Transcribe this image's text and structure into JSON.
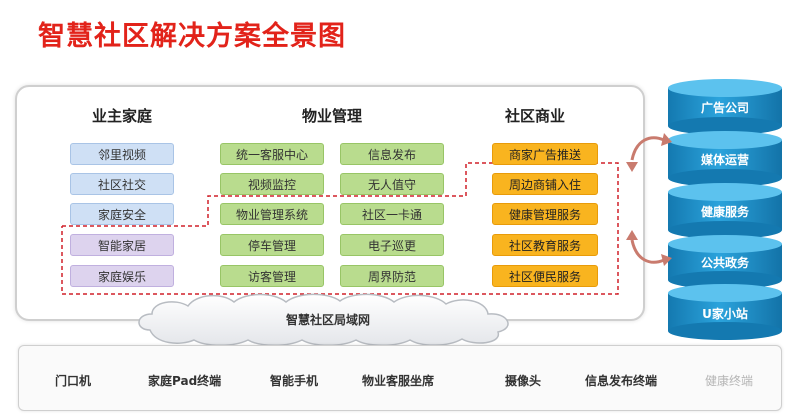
{
  "title": "智慧社区解决方案全景图",
  "columns": {
    "owner_family": "业主家庭",
    "property_mgmt": "物业管理",
    "community_business": "社区商业"
  },
  "owner_items": [
    "邻里视频",
    "社区社交",
    "家庭安全",
    "智能家居",
    "家庭娱乐"
  ],
  "property_items_left": [
    "统一客服中心",
    "视频监控",
    "物业管理系统",
    "停车管理",
    "访客管理"
  ],
  "property_items_right": [
    "信息发布",
    "无人值守",
    "社区一卡通",
    "电子巡更",
    "周界防范"
  ],
  "business_items": [
    "商家广告推送",
    "周边商铺入住",
    "健康管理服务",
    "社区教育服务",
    "社区便民服务"
  ],
  "network_label": "智慧社区局域网",
  "terminals": [
    "门口机",
    "家庭Pad终端",
    "智能手机",
    "物业客服坐席",
    "摄像头",
    "信息发布终端",
    "健康终端"
  ],
  "partners": [
    "广告公司",
    "媒体运营",
    "健康服务",
    "公共政务",
    "U家小站"
  ],
  "colors": {
    "title": "#e2231a",
    "blue_box": "#cfe0f5",
    "purple_box": "#ddd3ee",
    "green_box": "#b9dc8e",
    "orange_box": "#f9b41f",
    "cylinder": "#1e8fc7",
    "dashed_outline": "#d0202a"
  }
}
